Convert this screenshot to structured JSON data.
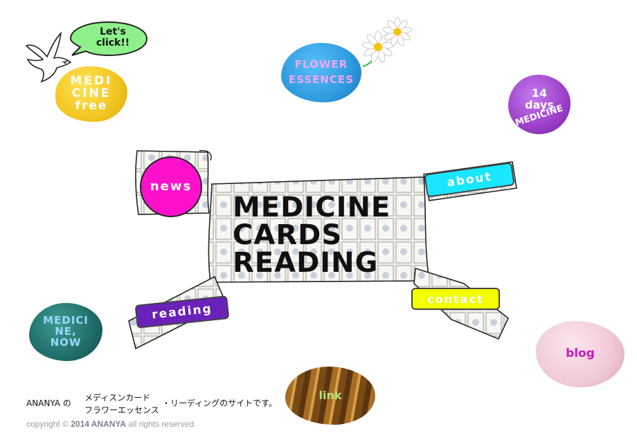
{
  "bubble": {
    "line1": "Let's",
    "line2": "click!!"
  },
  "stones": {
    "medicine_free": {
      "line1": "MEDI",
      "line2": "CINE",
      "line3": "free"
    },
    "flower_essences": {
      "line1": "FLOWER",
      "line2": "ESSENCES"
    },
    "days_medicine": {
      "line1": "14",
      "line2": "days",
      "line3": "MEDICINE"
    },
    "medicine_now": {
      "line1": "MEDICI",
      "line2": "NE,",
      "line3": "NOW"
    },
    "link": {
      "label": "link"
    },
    "blog": {
      "label": "blog"
    }
  },
  "nav": {
    "news": "news",
    "about": "about",
    "contact": "contact",
    "reading": "reading"
  },
  "title": {
    "line1": "MEDICINE",
    "line2": "CARDS",
    "line3": "READING"
  },
  "footer": {
    "brand": "ANANYA の",
    "item1": "メディスンカード",
    "item2": "フラワーエッセンス",
    "tail": "・リーディングのサイトです。",
    "copyright_prefix": "copyright ©",
    "copyright_year_name": "2014 ANANYA",
    "copyright_suffix": "all rights reserved."
  },
  "colors": {
    "yellow_stone": "#f2c51f",
    "blue_stone": "#2e9be0",
    "purple_stone": "#9b3fc9",
    "teal_stone": "#1f6d6a",
    "tiger_stone": "#8a5a1c",
    "pink_stone": "#f0c8d6",
    "news_pink": "#ff11cc",
    "about_cyan": "#19e6ff",
    "contact_yellow": "#f4ff00",
    "reading_purple": "#6a21b8"
  }
}
